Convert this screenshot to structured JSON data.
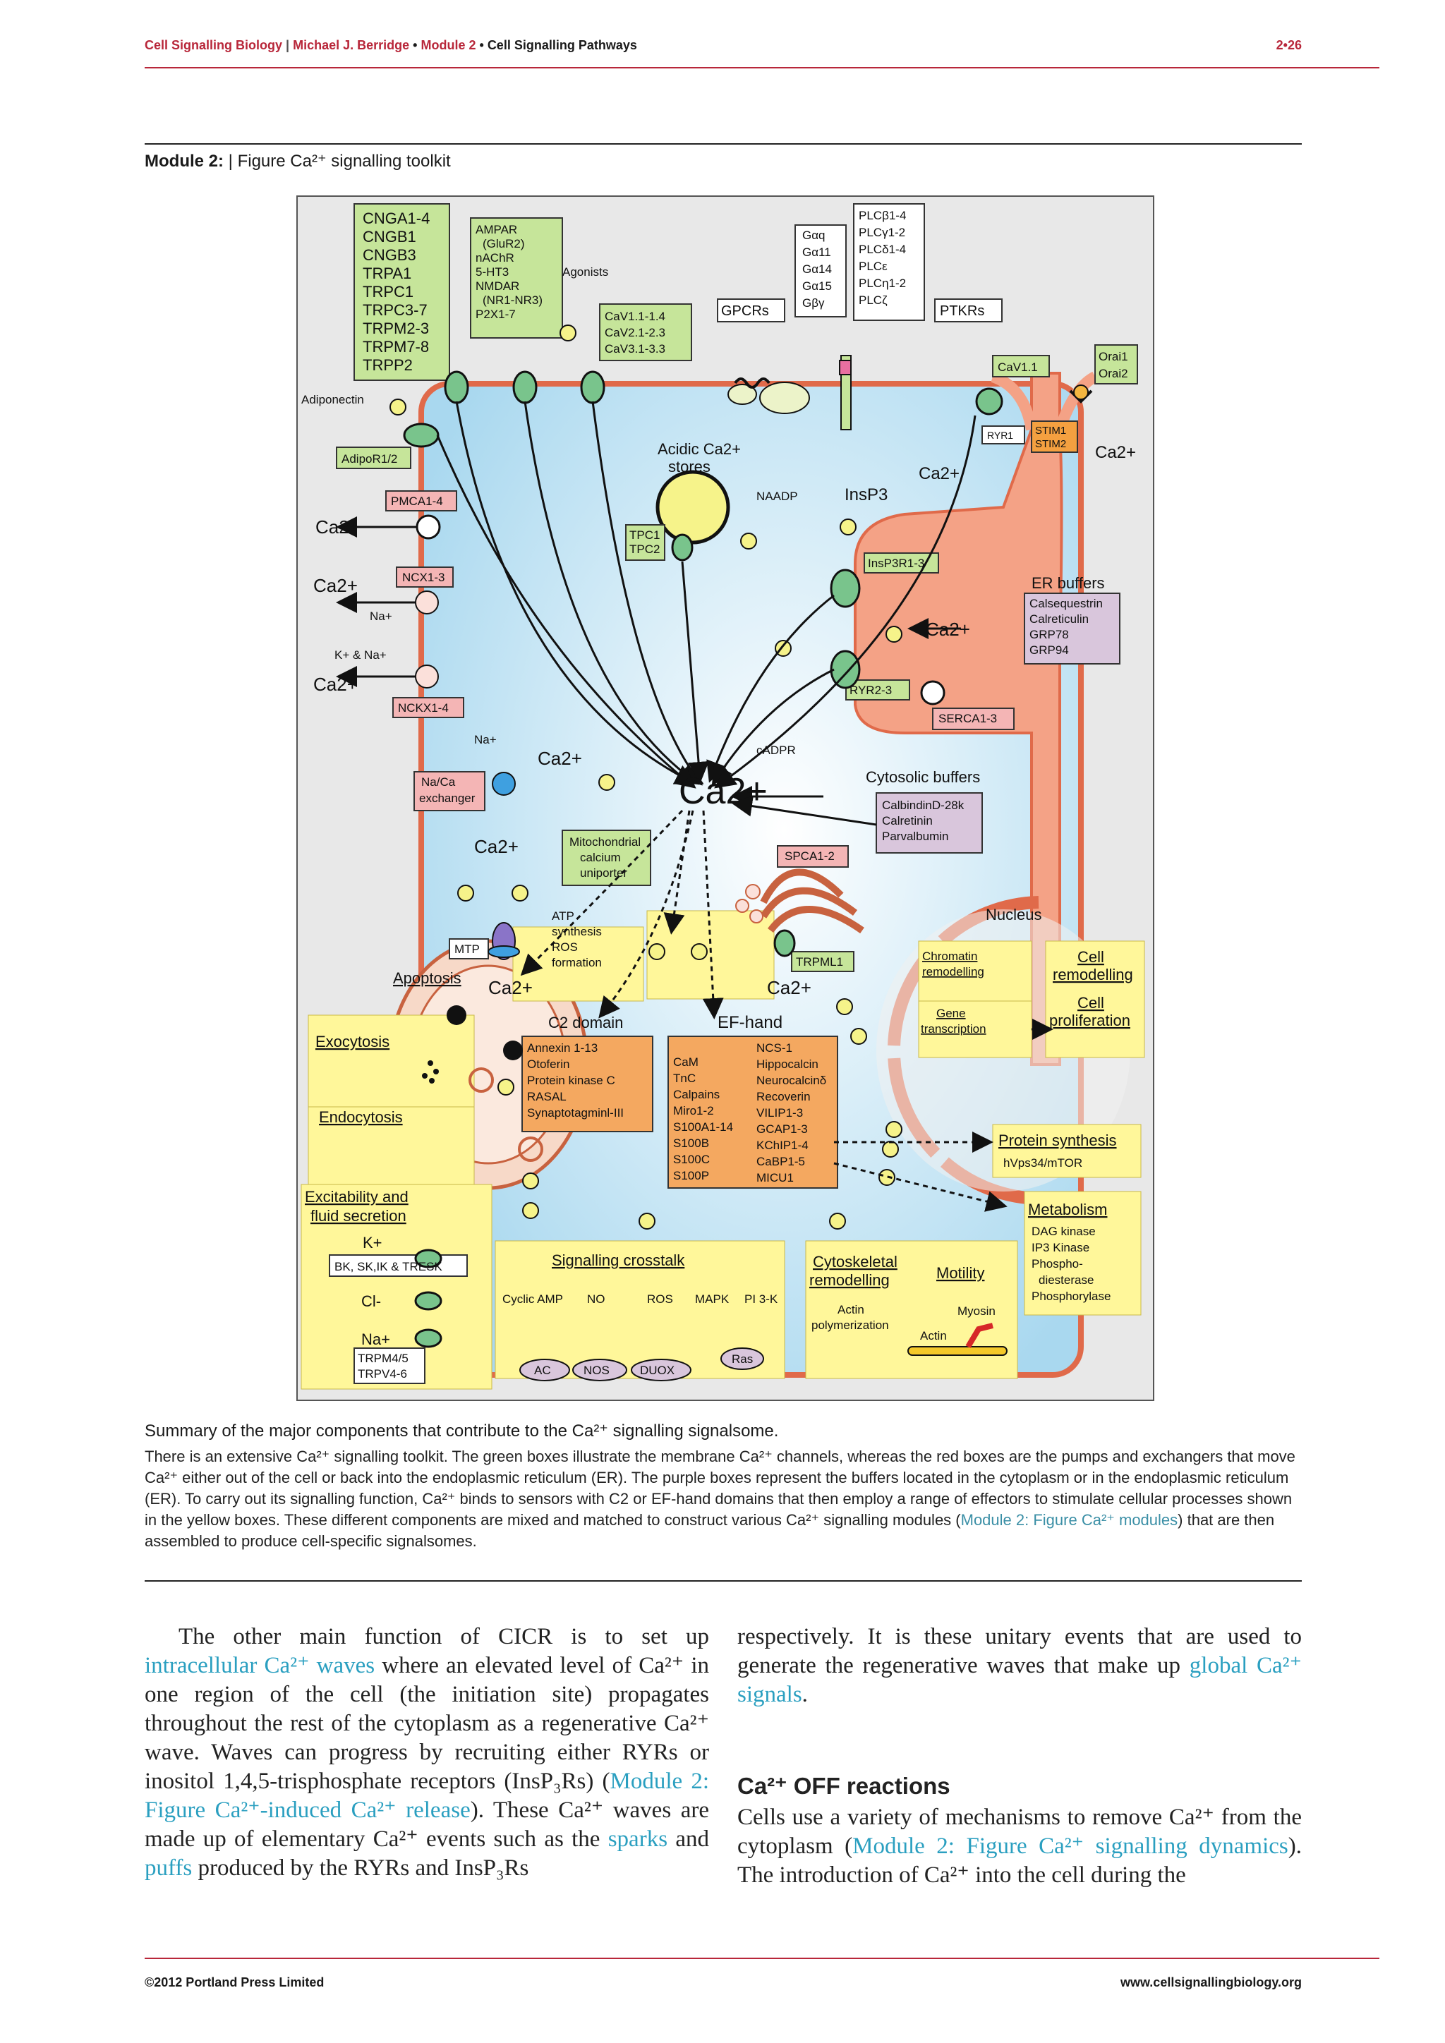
{
  "header": {
    "journal": "Cell Signalling Biology",
    "author": "Michael J. Berridge",
    "module": "Module 2",
    "section": "Cell Signalling Pathways",
    "page": "2•26"
  },
  "figure": {
    "module_label": "Module 2:",
    "title": "Figure Ca²⁺ signalling toolkit",
    "channels_box": [
      "CNGA1-4",
      "CNGB1",
      "CNGB3",
      "TRPA1",
      "TRPC1",
      "TRPC3-7",
      "TRPM2-3",
      "TRPM7-8",
      "TRPP2"
    ],
    "receptor_box": [
      "AMPAR",
      "(GluR2)",
      "nAChR",
      "5-HT3",
      "NMDAR",
      "(NR1-NR3)",
      "P2X1-7"
    ],
    "agonists": "Agonists",
    "cav_box": [
      "CaV1.1-1.4",
      "CaV2.1-2.3",
      "CaV3.1-3.3"
    ],
    "gpcrs": "GPCRs",
    "galpha_box": [
      "Gαq",
      "Gα11",
      "Gα14",
      "Gα15",
      "Gβγ"
    ],
    "plc_box": [
      "PLCβ1-4",
      "PLCγ1-2",
      "PLCδ1-4",
      "PLCε",
      "PLCη1-2",
      "PLCζ"
    ],
    "ptkrs": "PTKRs",
    "cav11": "CaV1.1",
    "orai": [
      "Orai1",
      "Orai2"
    ],
    "ryr1": "RYR1",
    "stim": [
      "STIM1",
      "STIM2"
    ],
    "adiponectin": "Adiponectin",
    "adipor": "AdipoR1/2",
    "pmca": "PMCA1-4",
    "ncx": "NCX1-3",
    "nckx": "NCKX1-4",
    "na": "Na+",
    "k_na": "K+ & Na+",
    "ca": "Ca2+",
    "acidic_stores": [
      "Acidic Ca2+",
      "stores"
    ],
    "tpc": [
      "TPC1",
      "TPC2"
    ],
    "naadp": "NAADP",
    "insp3": "InsP3",
    "insp3r": "InsP3R1-3",
    "er_buffers_title": "ER buffers",
    "er_buffers": [
      "Calsequestrin",
      "Calreticulin",
      "GRP78",
      "GRP94"
    ],
    "ryr23": "RYR2-3",
    "serca": "SERCA1-3",
    "cadpr": "cADPR",
    "naca": [
      "Na/Ca",
      "exchanger"
    ],
    "cyto_buffers_title": "Cytosolic buffers",
    "cyto_buffers": [
      "CalbindinD-28k",
      "Calretinin",
      "Parvalbumin"
    ],
    "mcu": [
      "Mitochondrial",
      "calcium",
      "uniporter"
    ],
    "spca": "SPCA1-2",
    "atp": [
      "ATP",
      "synthesis",
      "ROS",
      "formation"
    ],
    "mtp": "MTP",
    "apoptosis": "Apoptosis",
    "trpml": "TRPML1",
    "nucleus": "Nucleus",
    "chromatin": [
      "Chromatin",
      "remodelling"
    ],
    "gene": [
      "Gene",
      "transcription"
    ],
    "cell_remodelling": [
      "Cell",
      "remodelling"
    ],
    "cell_prolif": [
      "Cell",
      "proliferation"
    ],
    "c2": "C2 domain",
    "efhand": "EF-hand",
    "exocytosis": "Exocytosis",
    "endocytosis": "Endocytosis",
    "c2_box": [
      "Annexin 1-13",
      "Otoferin",
      "Protein kinase C",
      "RASAL",
      "Synaptotagminl-III"
    ],
    "ef_left": [
      "CaM",
      "TnC",
      "Calpains",
      "Miro1-2",
      "S100A1-14",
      "S100B",
      "S100C",
      "S100P"
    ],
    "ef_right": [
      "NCS-1",
      "Hippocalcin",
      "Neurocalcinδ",
      "Recoverin",
      "VILIP1-3",
      "GCAP1-3",
      "KChIP1-4",
      "CaBP1-5",
      "MICU1"
    ],
    "protein_synthesis": "Protein synthesis",
    "hvps": "hVps34/mTOR",
    "metabolism": "Metabolism",
    "metab_items": [
      "DAG kinase",
      "IP3 Kinase",
      "Phospho-",
      "diesterase",
      "Phosphorylase"
    ],
    "excit": [
      "Excitability and",
      "fluid secretion"
    ],
    "k": "K+",
    "bk": "BK, SK,IK & TRESK",
    "cl": "Cl-",
    "trpm45": [
      "TRPM4/5",
      "TRPV4-6"
    ],
    "crosstalk": "Signalling crosstalk",
    "crosstalk_items": [
      "Cyclic AMP",
      "NO",
      "ROS",
      "MAPK",
      "PI 3-K"
    ],
    "enzymes": [
      "AC",
      "NOS",
      "DUOX"
    ],
    "ras": "Ras",
    "cyto_remod": [
      "Cytoskeletal",
      "remodelling"
    ],
    "motility": "Motility",
    "actin_poly": [
      "Actin",
      "polymerization"
    ],
    "myosin": "Myosin",
    "actin": "Actin",
    "center": "Ca2+"
  },
  "caption": {
    "title": "Summary of the major components that contribute to the Ca²⁺ signalling signalsome.",
    "text_a": "There is an extensive Ca²⁺ signalling toolkit. The green boxes illustrate the membrane Ca²⁺ channels, whereas the red boxes are the pumps and exchangers that move Ca²⁺ either out of the cell or back into the endoplasmic reticulum (ER). The purple boxes represent the buffers located in the cytoplasm or in the endoplasmic reticulum (ER). To carry out its signalling function, Ca²⁺ binds to sensors with C2 or EF-hand domains that then employ a range of effectors to stimulate cellular processes shown in the yellow boxes. These different components are mixed and matched to construct various Ca²⁺ signalling modules (",
    "link": "Module 2: Figure Ca²⁺ modules",
    "text_b": ") that are then assembled to produce cell-specific signalsomes."
  },
  "body": {
    "left": [
      {
        "t": "The other main function of CICR is to set up "
      },
      {
        "l": "intracellular Ca²⁺ waves"
      },
      {
        "t": " where an elevated level of Ca²⁺ in one region of the cell (the initiation site) propagates throughout the rest of the cytoplasm as a regenerative Ca²⁺ wave. Waves can progress by recruiting either RYRs or inositol 1,4,5-trisphosphate receptors (InsP₃Rs) ("
      },
      {
        "l": "Module 2: Figure Ca²⁺-induced Ca²⁺ release"
      },
      {
        "t": "). These Ca²⁺ waves are made up of elementary Ca²⁺ events such as the "
      },
      {
        "l": "sparks"
      },
      {
        "t": " and "
      },
      {
        "l": "puffs"
      },
      {
        "t": " produced by the RYRs and InsP₃Rs"
      }
    ],
    "right_p1": [
      {
        "t": "respectively. It is these unitary events that are used to generate the regenerative waves that make up "
      },
      {
        "l": "global Ca²⁺ signals"
      },
      {
        "t": "."
      }
    ],
    "section_heading": "Ca²⁺ OFF reactions",
    "right_p2": [
      {
        "t": "Cells use a variety of mechanisms to remove Ca²⁺ from the cytoplasm ("
      },
      {
        "l": "Module 2: Figure Ca²⁺ signalling dynamics"
      },
      {
        "t": "). The introduction of Ca²⁺ into the cell during the"
      }
    ]
  },
  "footer": {
    "copyright": "©2012 Portland Press Limited",
    "url": "www.cellsignallingbiology.org"
  }
}
